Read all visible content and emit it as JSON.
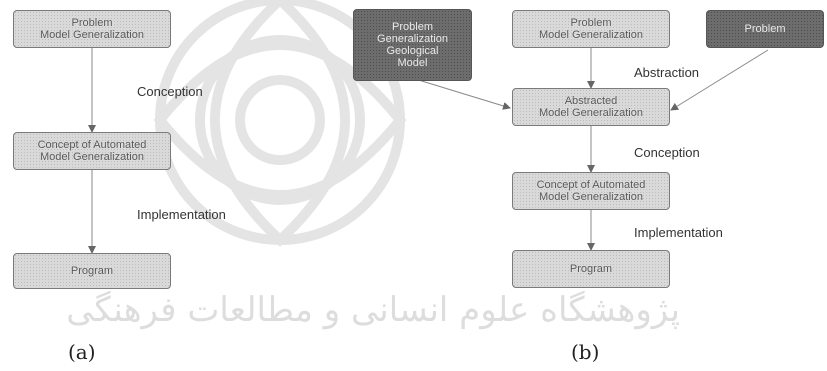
{
  "panel_a": {
    "box_problem": [
      "Problem",
      "Model Generalization"
    ],
    "box_concept": [
      "Concept of Automated",
      "Model Generalization"
    ],
    "box_program": [
      "Program"
    ],
    "edge_conception": "Conception",
    "edge_implementation": "Implementation",
    "caption": "(a)"
  },
  "panel_b": {
    "box_problem_geo": [
      "Problem",
      "Generalization",
      "Geological",
      "Model"
    ],
    "box_problem": [
      "Problem",
      "Model Generalization"
    ],
    "box_problem_dark": [
      "Problem"
    ],
    "box_abstracted": [
      "Abstracted",
      "Model Generalization"
    ],
    "box_concept": [
      "Concept of Automated",
      "Model Generalization"
    ],
    "box_program": [
      "Program"
    ],
    "edge_abstraction": "Abstraction",
    "edge_conception": "Conception",
    "edge_implementation": "Implementation",
    "caption": "(b)"
  },
  "watermark_text": "پژوهشگاه علوم انسانی و مطالعات فرهنگی"
}
